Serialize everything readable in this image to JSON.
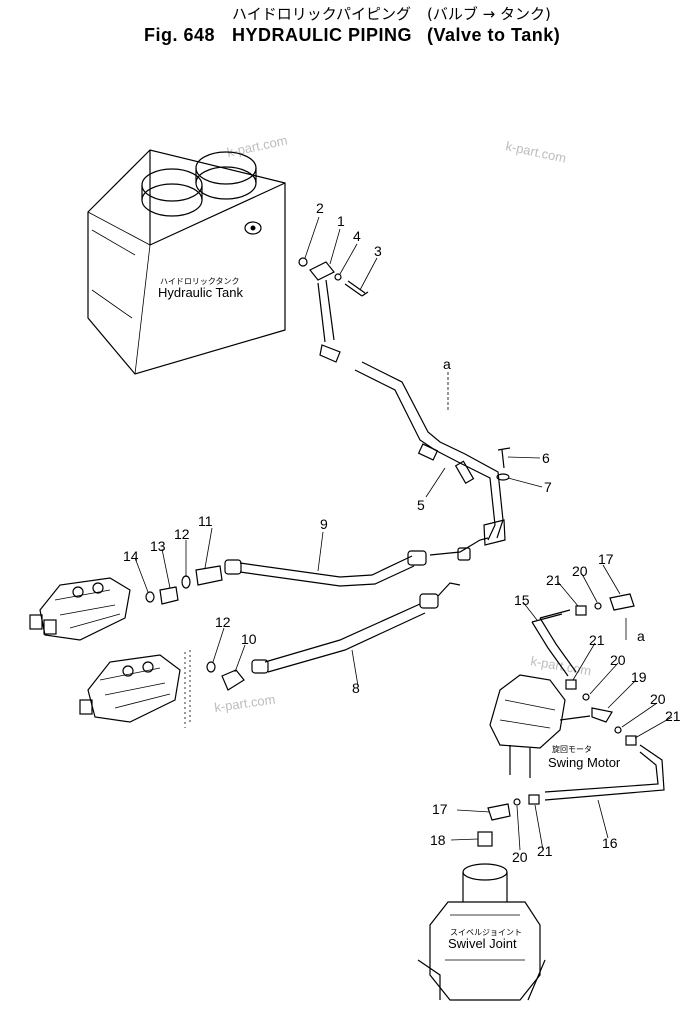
{
  "title": {
    "jp_line": "ハイドロリックパイピング",
    "jp_paren": "(バルブ → タンク)",
    "fig": "Fig. 648",
    "name": "HYDRAULIC PIPING",
    "paren": "(Valve to Tank)"
  },
  "labels": {
    "tank_jp": "ハイドロリックタンク",
    "tank_en": "Hydraulic Tank",
    "motor_jp": "旋回モータ",
    "motor_en": "Swing Motor",
    "joint_jp": "スイベルジョイント",
    "joint_en": "Swivel Joint"
  },
  "callouts": [
    "1",
    "2",
    "3",
    "4",
    "5",
    "6",
    "7",
    "8",
    "9",
    "10",
    "11",
    "12",
    "12",
    "13",
    "14",
    "15",
    "16",
    "17",
    "17",
    "18",
    "19",
    "20",
    "20",
    "20",
    "20",
    "21",
    "21",
    "21",
    "21",
    "a",
    "a"
  ],
  "watermark": "k-part.com"
}
